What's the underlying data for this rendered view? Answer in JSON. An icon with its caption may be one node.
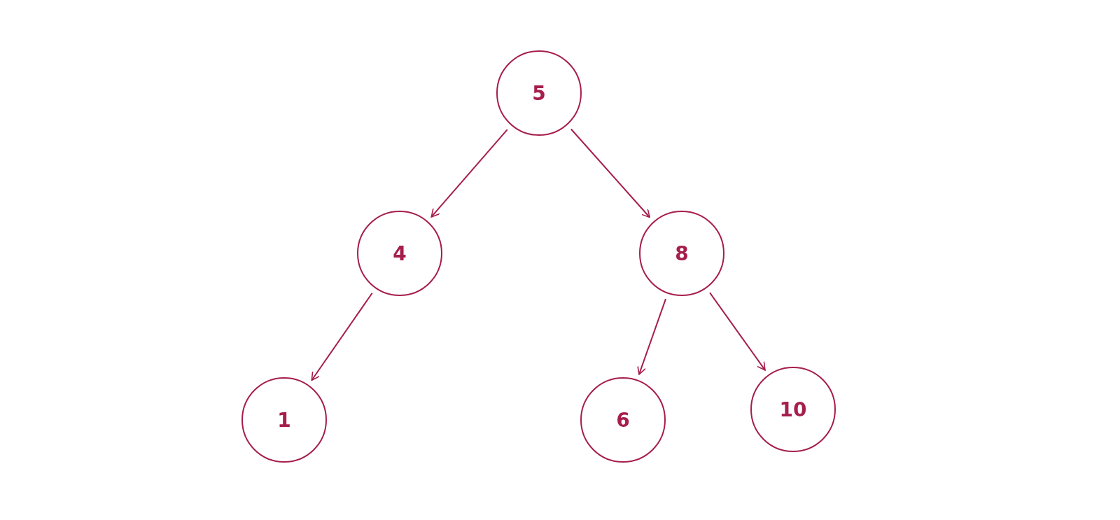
{
  "diagram": {
    "nodes": [
      {
        "text": [
          "5"
        ]
      },
      {
        "text": [
          "4"
        ]
      },
      {
        "text": [
          "8"
        ]
      },
      {
        "text": [
          "1"
        ]
      },
      {
        "text": [
          "6"
        ]
      },
      {
        "text": [
          "10"
        ]
      }
    ],
    "edges": [
      {
        "from": 0,
        "to": 1,
        "arrow": "to"
      },
      {
        "from": 0,
        "to": 2,
        "arrow": "to"
      },
      {
        "from": 1,
        "to": 3,
        "arrow": "to"
      },
      {
        "from": 2,
        "to": 4,
        "arrow": "to"
      },
      {
        "from": 2,
        "to": 5,
        "arrow": "to"
      }
    ]
  }
}
